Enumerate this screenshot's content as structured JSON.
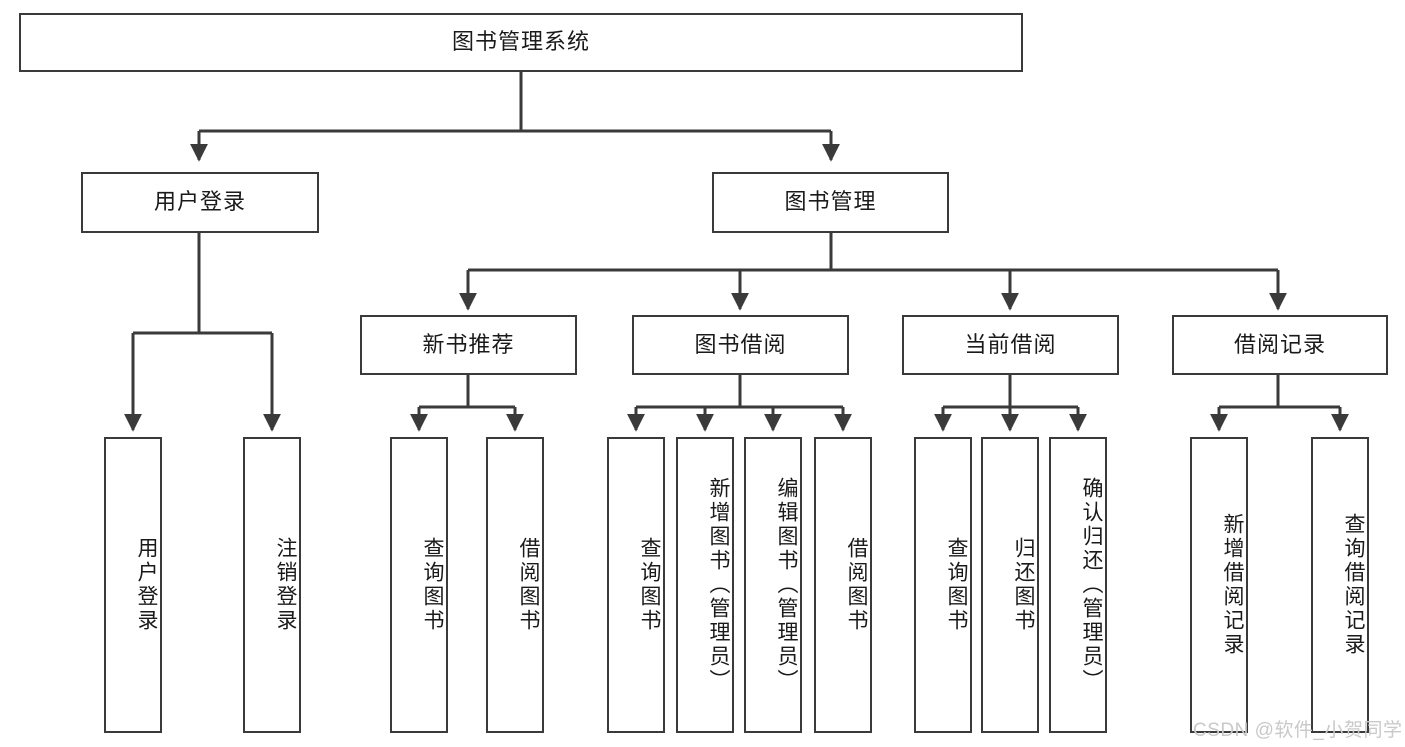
{
  "diagram": {
    "title_node": {
      "label": "图书管理系统"
    },
    "level2": [
      {
        "id": "user-login",
        "label": "用户登录"
      },
      {
        "id": "book-management",
        "label": "图书管理"
      }
    ],
    "level3": [
      {
        "id": "new-book-recommend",
        "label": "新书推荐"
      },
      {
        "id": "book-borrow",
        "label": "图书借阅"
      },
      {
        "id": "current-borrow",
        "label": "当前借阅"
      },
      {
        "id": "borrow-record",
        "label": "借阅记录"
      }
    ],
    "leaves": [
      {
        "id": "leaf-user-login",
        "label": "用户登录"
      },
      {
        "id": "leaf-logout-login",
        "label": "注销登录"
      },
      {
        "id": "leaf-query-book-1",
        "label": "查询图书"
      },
      {
        "id": "leaf-borrow-book-1",
        "label": "借阅图书"
      },
      {
        "id": "leaf-query-book-2",
        "label": "查询图书"
      },
      {
        "id": "leaf-add-book",
        "label": "新增图书（管理员）"
      },
      {
        "id": "leaf-edit-book",
        "label": "编辑图书（管理员）"
      },
      {
        "id": "leaf-borrow-book-2",
        "label": "借阅图书"
      },
      {
        "id": "leaf-query-book-3",
        "label": "查询图书"
      },
      {
        "id": "leaf-return-book",
        "label": "归还图书"
      },
      {
        "id": "leaf-confirm-return",
        "label": "确认归还（管理员）"
      },
      {
        "id": "leaf-add-record",
        "label": "新增借阅记录"
      },
      {
        "id": "leaf-query-record",
        "label": "查询借阅记录"
      }
    ],
    "colors": {
      "stroke": "#3a3a3a",
      "box_fill": "#ffffff",
      "text": "#1a1a1a",
      "watermark": "#c9c9c9"
    }
  },
  "watermark": {
    "text": "CSDN @软件_小贺同学"
  }
}
